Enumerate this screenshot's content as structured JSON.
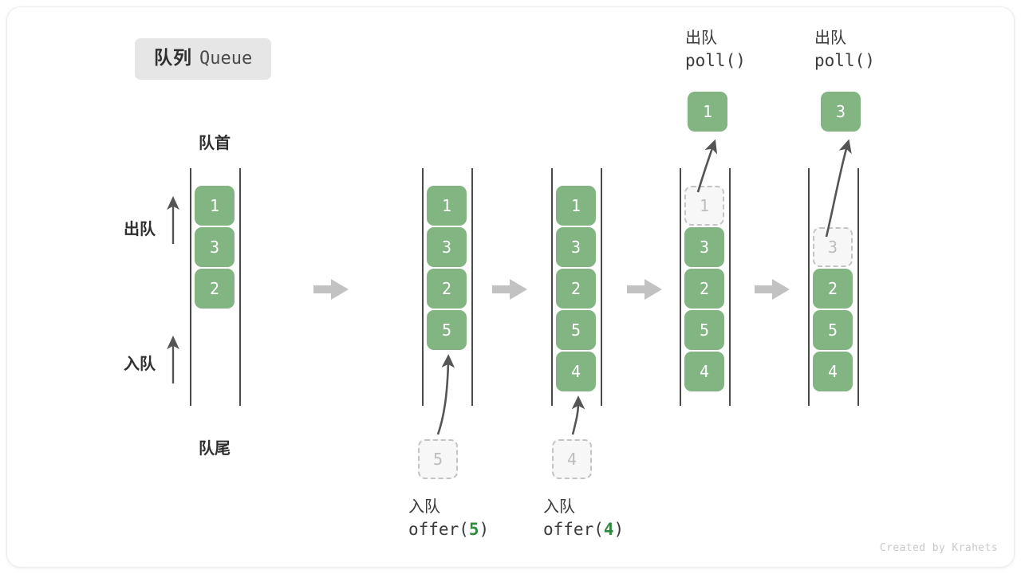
{
  "title": {
    "cn": "队列",
    "en": "Queue"
  },
  "labels": {
    "head": "队首",
    "tail": "队尾",
    "dequeue_side": "出队",
    "enqueue_side": "入队"
  },
  "colors": {
    "cell_fill": "#82b582",
    "cell_text": "#ffffff",
    "ghost_fill": "#f7f7f7",
    "ghost_border": "#c4c4c4",
    "ghost_text": "#bdbdbd",
    "rail": "#4a4a4a",
    "arrow_gray": "#c2c2c2",
    "curve_arrow": "#555555",
    "badge_bg": "#e6e6e6",
    "code_accent": "#2f8a3e",
    "credit": "#c9c9c9"
  },
  "columns": [
    {
      "id": "initial",
      "cells": [
        {
          "value": "1",
          "state": "filled"
        },
        {
          "value": "3",
          "state": "filled"
        },
        {
          "value": "2",
          "state": "filled"
        }
      ]
    },
    {
      "id": "after-offer-5",
      "cells": [
        {
          "value": "1",
          "state": "filled"
        },
        {
          "value": "3",
          "state": "filled"
        },
        {
          "value": "2",
          "state": "filled"
        },
        {
          "value": "5",
          "state": "filled"
        }
      ],
      "incoming": {
        "value": "5",
        "state": "ghost"
      },
      "operation": {
        "cn": "入队",
        "fn": "offer(",
        "arg": "5",
        "close": ")"
      }
    },
    {
      "id": "after-offer-4",
      "cells": [
        {
          "value": "1",
          "state": "filled"
        },
        {
          "value": "3",
          "state": "filled"
        },
        {
          "value": "2",
          "state": "filled"
        },
        {
          "value": "5",
          "state": "filled"
        },
        {
          "value": "4",
          "state": "filled"
        }
      ],
      "incoming": {
        "value": "4",
        "state": "ghost"
      },
      "operation": {
        "cn": "入队",
        "fn": "offer(",
        "arg": "4",
        "close": ")"
      }
    },
    {
      "id": "after-poll-1",
      "cells": [
        {
          "value": "1",
          "state": "ghost"
        },
        {
          "value": "3",
          "state": "filled"
        },
        {
          "value": "2",
          "state": "filled"
        },
        {
          "value": "5",
          "state": "filled"
        },
        {
          "value": "4",
          "state": "filled"
        }
      ],
      "outgoing": {
        "value": "1",
        "state": "filled"
      },
      "operation": {
        "cn": "出队",
        "fn": "poll()"
      }
    },
    {
      "id": "after-poll-3",
      "cells": [
        {
          "value": "3",
          "state": "ghost"
        },
        {
          "value": "2",
          "state": "filled"
        },
        {
          "value": "5",
          "state": "filled"
        },
        {
          "value": "4",
          "state": "filled"
        }
      ],
      "outgoing": {
        "value": "3",
        "state": "filled"
      },
      "operation": {
        "cn": "出队",
        "fn": "poll()"
      }
    }
  ],
  "credit": "Created by Krahets"
}
